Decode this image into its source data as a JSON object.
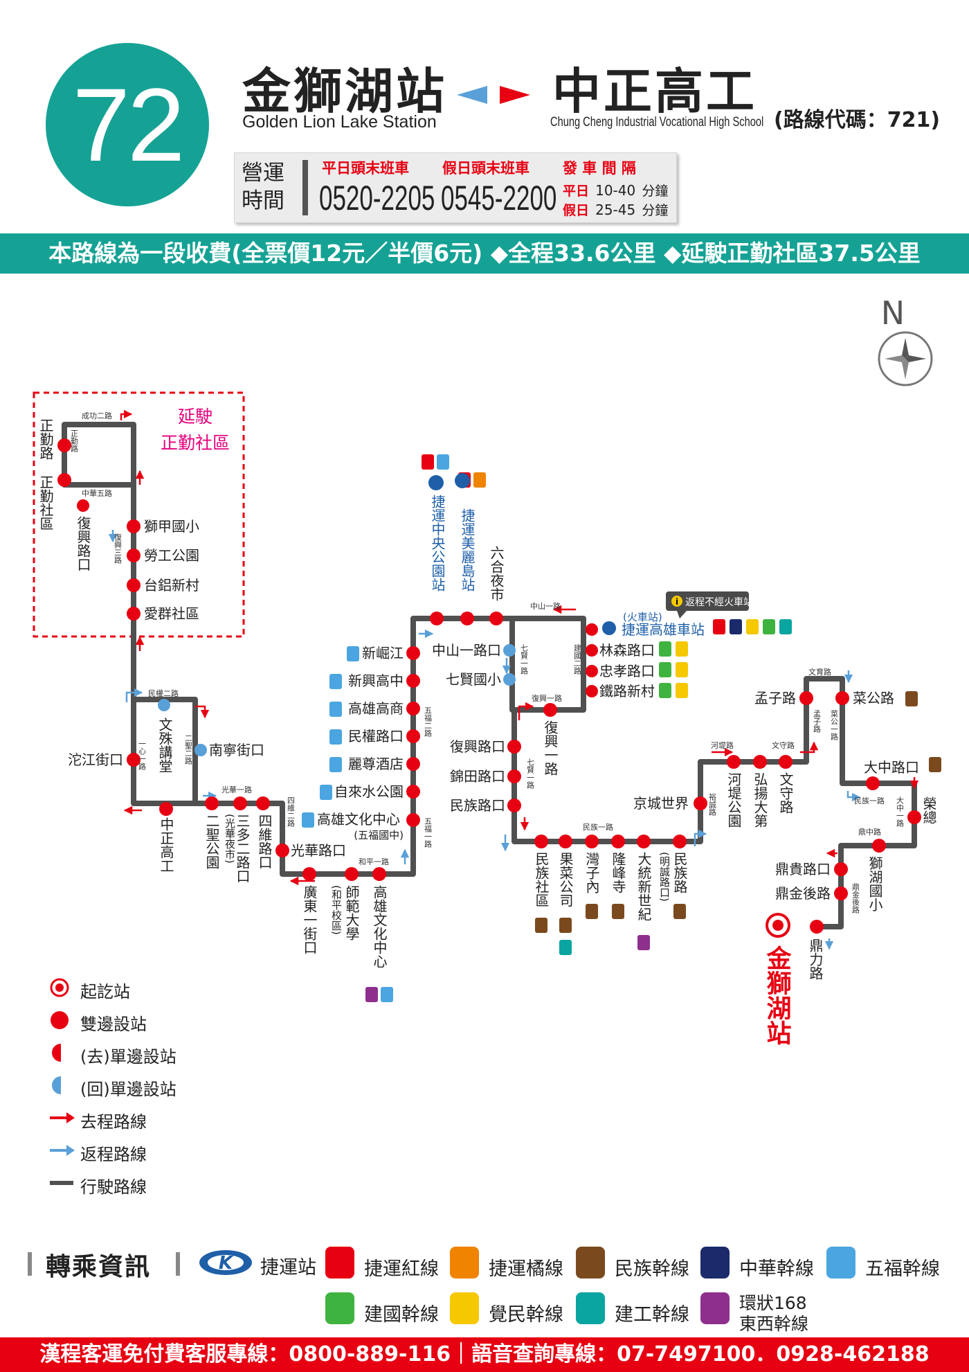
{
  "header": {
    "route_number": "72",
    "origin": {
      "zh": "金獅湖站",
      "en": "Golden Lion Lake Station"
    },
    "destination": {
      "zh": "中正高工",
      "en": "Chung Cheng Industrial Vocational High School"
    },
    "route_code": "(路線代碼：721)"
  },
  "hours": {
    "label_1": "營運",
    "label_2": "時間",
    "weekday_title": "平日頭末班車",
    "weekday_time": "0520-2205",
    "holiday_title": "假日頭末班車",
    "holiday_time": "0545-2200",
    "interval_title": "發 車 間 隔",
    "weekday_tag": "平日",
    "weekday_interval": "10-40",
    "holiday_tag": "假日",
    "holiday_interval": "25-45",
    "unit": "分鐘"
  },
  "info_band": "本路線為一段收費(全票價12元／半價6元) ◆全程33.6公里 ◆延駛正勤社區37.5公里",
  "compass": "N",
  "extension": {
    "line1": "延駛",
    "line2": "正勤社區"
  },
  "notice": "返程不經火車站",
  "colors": {
    "teal": "#15a295",
    "red": "#e60012",
    "route_gray": "#505050",
    "return_blue": "#5aa0d8",
    "mrt_blue": "#1e5fa8",
    "bus_red": "#e60012",
    "bus_orange": "#f08300",
    "bus_brown": "#7a4a1e",
    "bus_navy": "#1b2a6b",
    "bus_sky": "#4aa5e0",
    "bus_green": "#3fb33f",
    "bus_yellow": "#f5c800",
    "bus_teal": "#0aa5a0",
    "bus_purple": "#8e2f8e",
    "pink_text": "#e6007e"
  },
  "stops": {
    "zhengqin_rd": "正勤路",
    "zhengqin_community": "正勤社區",
    "fuxing_rd_kou": "復興路口",
    "shijia_elem": "獅甲國小",
    "laogong_park": "勞工公園",
    "tailu_village": "台鋁新村",
    "aiqun_community": "愛群社區",
    "wenshu_hall": "文殊講堂",
    "nanning_st": "南寧街口",
    "tuojiang_st": "沱江街口",
    "zhongzheng_hs": "中正高工",
    "ersheng_park": "二聖公園",
    "sanduo_2rd": "三多二路口",
    "sanduo_note": "(光華夜市)",
    "siwei_rd": "四維路口",
    "guanghua_rd": "光華路口",
    "guangdong_1st": "廣東一街口",
    "normal_univ": "師範大學",
    "normal_note": "(和平校區)",
    "cultural_center": "高雄文化中心",
    "cultural_center_stop": "高雄文化中心",
    "cultural_center_note": "(五福國中)",
    "water_park": "自來水公園",
    "lizun_hotel": "麗尊酒店",
    "minquan_rd": "民權路口",
    "kaohsiung_hs": "高雄高商",
    "xinxing_hs": "新興高中",
    "xinjue_river": "新崛江",
    "mrt_central_park": "捷運中央公園站",
    "mrt_formosa": "捷運美麗島站",
    "liuhe_market": "六合夜市",
    "zhongshan_1rd": "中山一路口",
    "qixian_elem": "七賢國小",
    "train_note": "(火車站)",
    "mrt_kaohsiung_main": "捷運高雄車站",
    "linsen_rd": "林森路口",
    "zhongxiao_rd": "忠孝路口",
    "railway_village": "鐵路新村",
    "fuxing_1rd": "復興一路",
    "fuxing_rd_stop": "復興路口",
    "jintian_rd": "錦田路口",
    "minzu_rd_kou": "民族路口",
    "minzu_community": "民族社區",
    "fruit_company": "果菜公司",
    "wanzinei": "灣子內",
    "longfeng_temple": "隆峰寺",
    "datong_century": "大統新世紀",
    "minzu_rd": "民族路",
    "minzu_rd_note": "(明誠路口)",
    "jingcheng_world": "京城世界",
    "hedi_park": "河堤公園",
    "hongyang": "弘揚大第",
    "wenshou_rd": "文守路",
    "mengzi_rd": "孟子路",
    "caigong_rd": "菜公路",
    "dazhong_rd": "大中路口",
    "ronghe": "榮總",
    "dinggui_rd": "鼎貴路口",
    "dingjin_back": "鼎金後路",
    "shihu_elem": "獅湖國小",
    "dingli_rd": "鼎力路",
    "terminal": "金獅湖站"
  },
  "roads": {
    "chenggong_2rd": "成功二路",
    "zhengqin_road": "正勤路",
    "zhonghua_5rd": "中華五路",
    "fuxing_3rd": "復興三路",
    "minquan_2rd": "民權二路",
    "xinyi_1rd": "一心一路",
    "ersheng_2rd": "二聖二路",
    "guanghua_1rd": "光華一路",
    "siwei_2rd": "四維二路",
    "heping_1rd": "和平一路",
    "wufu_1rd": "五福一路",
    "wufu_2rd": "五福二路",
    "zhongshan_1rd": "中山一路",
    "qixian_1rd": "七賢一路",
    "jianguo_2rd": "建國二路",
    "fuxing_1rd": "復興一路",
    "qixian_1rd_b": "七賢一路",
    "minzu_1rd": "民族一路",
    "yucheng_rd": "裕誠路",
    "hedi_rd": "河堤路",
    "wenshou_rd": "文守路",
    "mengzi_rd": "孟子路",
    "wenyu_rd": "文育路",
    "caigong_1rd": "菜公一路",
    "minzu_1rd_b": "民族一路",
    "dazhong_1rd": "大中一路",
    "dingzhong_rd": "鼎中路",
    "dingjin_rd": "鼎金後路"
  },
  "legend": [
    "起訖站",
    "雙邊設站",
    "(去)單邊設站",
    "(回)單邊設站",
    "去程路線",
    "返程路線",
    "行駛路線"
  ],
  "transfer": {
    "title": "轉乘資訊",
    "mrt": "捷運站",
    "red": "捷運紅線",
    "orange": "捷運橘線",
    "minzu": "民族幹線",
    "zhonghua": "中華幹線",
    "wufu": "五福幹線",
    "jianguo": "建國幹線",
    "juemin": "覺民幹線",
    "jiangong": "建工幹線",
    "loop_1": "環狀168",
    "loop_2": "東西幹線"
  },
  "footer": "漢程客運免付費客服專線：0800-889-116｜語音查詢專線：07-7497100．0928-462188"
}
